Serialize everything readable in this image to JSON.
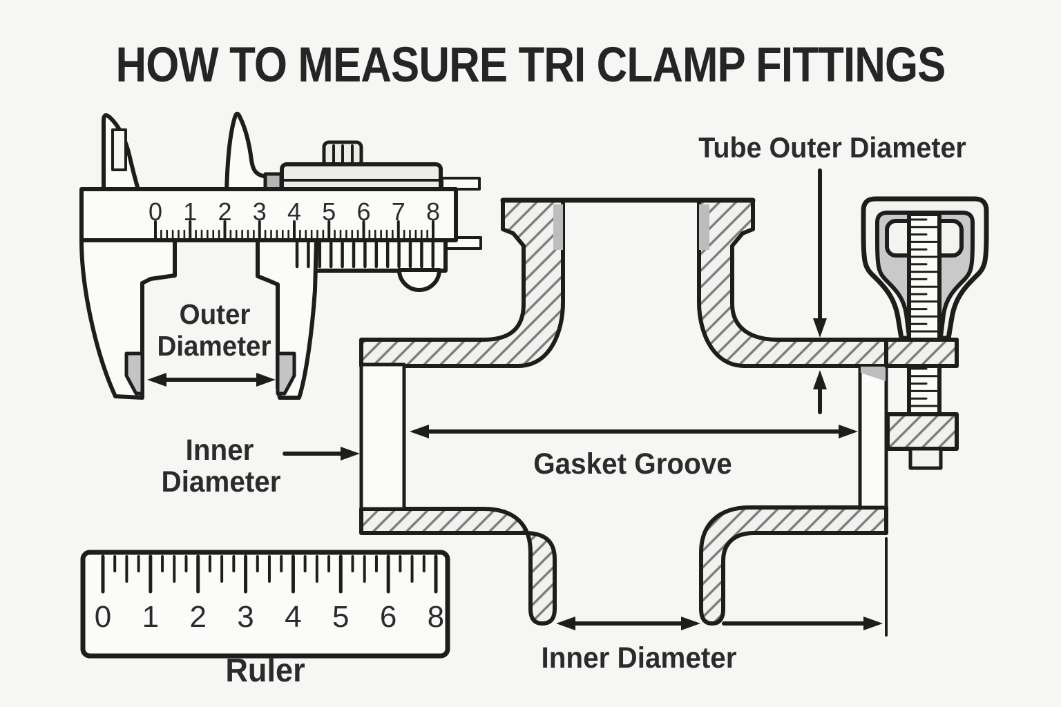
{
  "title": "HOW TO MEASURE TRI CLAMP FITTINGS",
  "caliper": {
    "scale_numbers": [
      "0",
      "1",
      "2",
      "3",
      "4",
      "5",
      "6",
      "7",
      "8"
    ],
    "measure_label_line1": "Outer",
    "measure_label_line2": "Diameter"
  },
  "fitting": {
    "label_tube_outer_diameter": "Tube Outer Diameter",
    "label_gasket_groove": "Gasket Groove",
    "label_inner_diameter_left_line1": "Inner",
    "label_inner_diameter_left_line2": "Diameter",
    "label_inner_diameter_bottom": "Inner Diameter"
  },
  "ruler": {
    "numbers": [
      "0",
      "1",
      "2",
      "3",
      "4",
      "5",
      "6",
      "8"
    ],
    "label": "Ruler"
  },
  "colors": {
    "background": "#f6f6f4",
    "line": "#1d1d1c",
    "hatch_line": "#7c7c7c",
    "metal_light": "#fbfbfa",
    "metal_mid": "#ececea",
    "accent_gray": "#bdbdbd"
  }
}
